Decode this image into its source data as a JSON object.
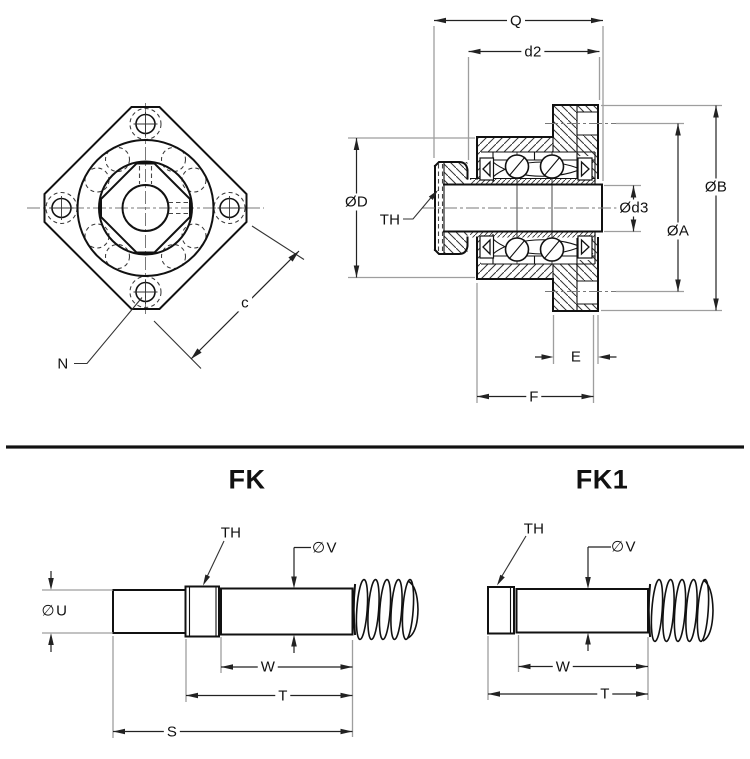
{
  "colors": {
    "line": "#111111",
    "dimension": "#222222",
    "extension": "#9e9e9e",
    "background": "#ffffff"
  },
  "top_section": {
    "front_view": {
      "dim_c": "c",
      "label_n": "N"
    },
    "section_view": {
      "dim_q": "Q",
      "dim_d2": "d2",
      "dim_od": "ØD",
      "label_th": "TH",
      "dim_od3": "Ød3",
      "dim_oa": "ØA",
      "dim_ob": "ØB",
      "dim_e": "E",
      "dim_f": "F"
    }
  },
  "bottom_section": {
    "fk": {
      "title": "FK",
      "label_th": "TH",
      "dim_v": "∅V",
      "dim_u": "∅U",
      "dim_w": "W",
      "dim_t": "T",
      "dim_s": "S"
    },
    "fk1": {
      "title": "FK1",
      "label_th": "TH",
      "dim_v": "∅V",
      "dim_w": "W",
      "dim_t": "T"
    }
  }
}
